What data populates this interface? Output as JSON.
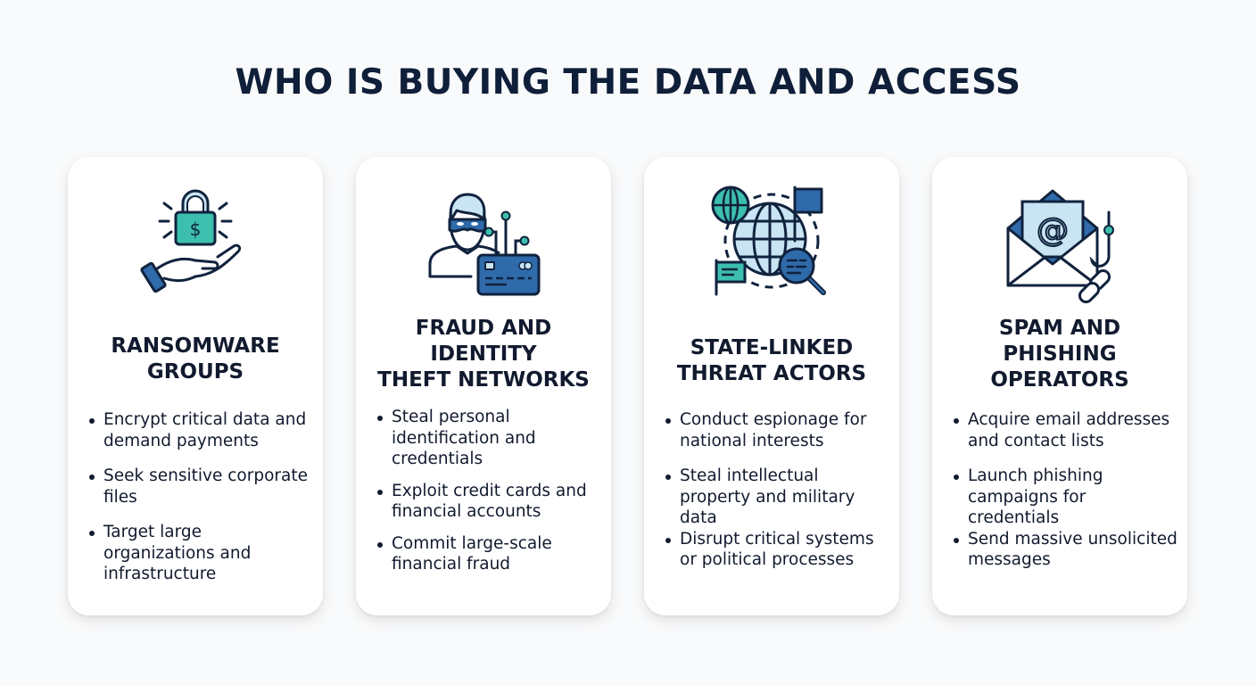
{
  "header": {
    "title": "WHO IS BUYING THE DATA AND ACCESS"
  },
  "colors": {
    "navy": "#10223d",
    "teal": "#3dbfae",
    "blue": "#2f6aaa",
    "light_blue": "#c9e4f2",
    "background": "#f9fafb",
    "card": "#ffffff"
  },
  "cards": [
    {
      "icon": "hand-holding-lock-dollar-icon",
      "title": "RANSOMWARE GROUPS",
      "title_lines": [
        "RANSOMWARE",
        "GROUPS"
      ],
      "bullets": [
        "Encrypt critical data and demand payments",
        "Seek sensitive corporate files",
        "Target large organizations and infrastructure"
      ]
    },
    {
      "icon": "masked-thief-credit-card-icon",
      "title": "FRAUD AND IDENTITY THEFT NETWORKS",
      "title_lines": [
        "FRAUD AND",
        "IDENTITY",
        "THEFT NETWORKS"
      ],
      "bullets": [
        "Steal personal identification and credentials",
        "Exploit credit cards and financial accounts",
        "Commit large-scale financial fraud"
      ]
    },
    {
      "icon": "globe-flag-magnifier-icon",
      "title": "STATE-LINKED THREAT ACTORS",
      "title_lines": [
        "STATE-LINKED",
        "THREAT ACTORS"
      ],
      "bullets": [
        "Conduct espionage for national interests",
        "Steal intellectual property and military data",
        "Disrupt critical systems or political processes"
      ]
    },
    {
      "icon": "email-phishing-hook-icon",
      "title": "SPAM AND PHISHING OPERATORS",
      "title_lines": [
        "SPAM AND",
        "PHISHING",
        "OPERATORS"
      ],
      "bullets": [
        "Acquire email addresses and contact lists",
        "Launch phishing campaigns for credentials",
        "Send massive unsolicited messages"
      ]
    }
  ]
}
